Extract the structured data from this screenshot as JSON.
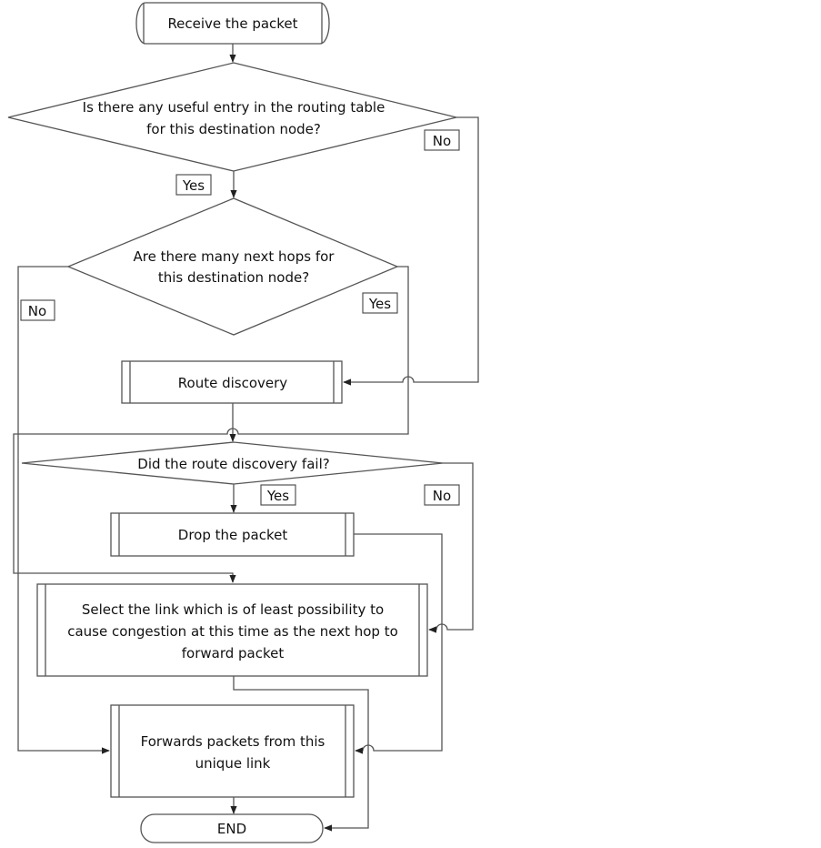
{
  "nodes": {
    "start": {
      "label": "Receive the packet"
    },
    "decision_routing": {
      "lines": [
        "Is there any useful entry in the routing table",
        "for this destination node?"
      ]
    },
    "decision_hops": {
      "lines": [
        "Are  there many next hops for",
        "this destination node?"
      ]
    },
    "route_discovery": {
      "label": "Route discovery"
    },
    "decision_fail": {
      "label": "Did the route discovery fail?"
    },
    "drop": {
      "label": "Drop the packet"
    },
    "select_link": {
      "lines": [
        "Select the  link  which is of least possibility to",
        "cause congestion at this time as the next hop to",
        "forward packet"
      ]
    },
    "forward": {
      "lines": [
        "Forwards packets from this",
        "unique link"
      ]
    },
    "end": {
      "label": "END"
    }
  },
  "edge_labels": {
    "routing_yes": "Yes",
    "routing_no": "No",
    "hops_no": "No",
    "hops_yes": "Yes",
    "fail_yes": "Yes",
    "fail_no": "No"
  },
  "colors": {
    "stroke": "#555555",
    "fill": "#ffffff",
    "text": "#111111"
  }
}
